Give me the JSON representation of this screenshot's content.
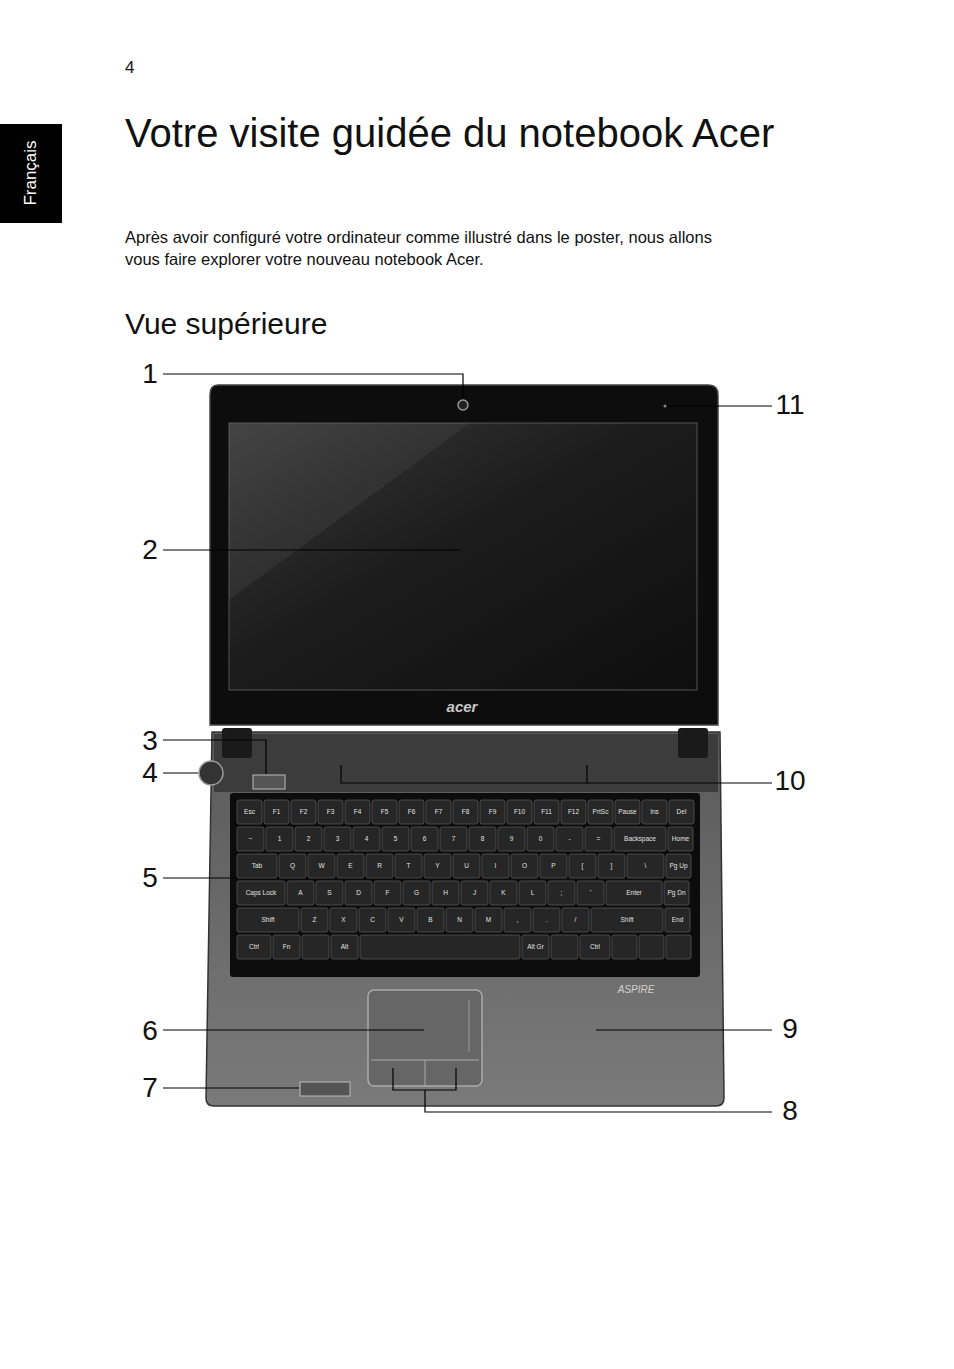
{
  "diagram": {
    "title": "Votre visite guidée du notebook Acer",
    "labels": [
      "4",
      "Français",
      "Après avoir configuré votre ordinateur comme illustré dans le poster, nous allons vous faire explorer votre nouveau notebook Acer.",
      "Vue supérieure",
      "1",
      "2",
      "3",
      "4",
      "5",
      "6",
      "7",
      "8",
      "9",
      "10",
      "11",
      "acer",
      "ASPIRE",
      "Esc",
      "F1",
      "F2",
      "F3",
      "F4",
      "F5",
      "F6",
      "F7",
      "F8",
      "F9",
      "F10",
      "F11",
      "F12",
      "PrtSc",
      "Pause",
      "Ins",
      "Del",
      "~",
      "1",
      "2",
      "3",
      "4",
      "5",
      "6",
      "7",
      "8",
      "9",
      "0",
      "-",
      "=",
      "Backspace",
      "Home",
      "Tab",
      "Q",
      "W",
      "E",
      "R",
      "T",
      "Y",
      "U",
      "I",
      "O",
      "P",
      "[",
      "]",
      "\\",
      "Pg Up",
      "Caps Lock",
      "A",
      "S",
      "D",
      "F",
      "G",
      "H",
      "J",
      "K",
      "L",
      ";",
      "'",
      "Enter",
      "Pg Dn",
      "Shift",
      "Z",
      "X",
      "C",
      "V",
      "B",
      "N",
      "M",
      ",",
      ".",
      "/",
      "Shift",
      "End",
      "Ctrl",
      "Fn",
      "Alt",
      "Alt Gr",
      "Ctrl"
    ]
  }
}
